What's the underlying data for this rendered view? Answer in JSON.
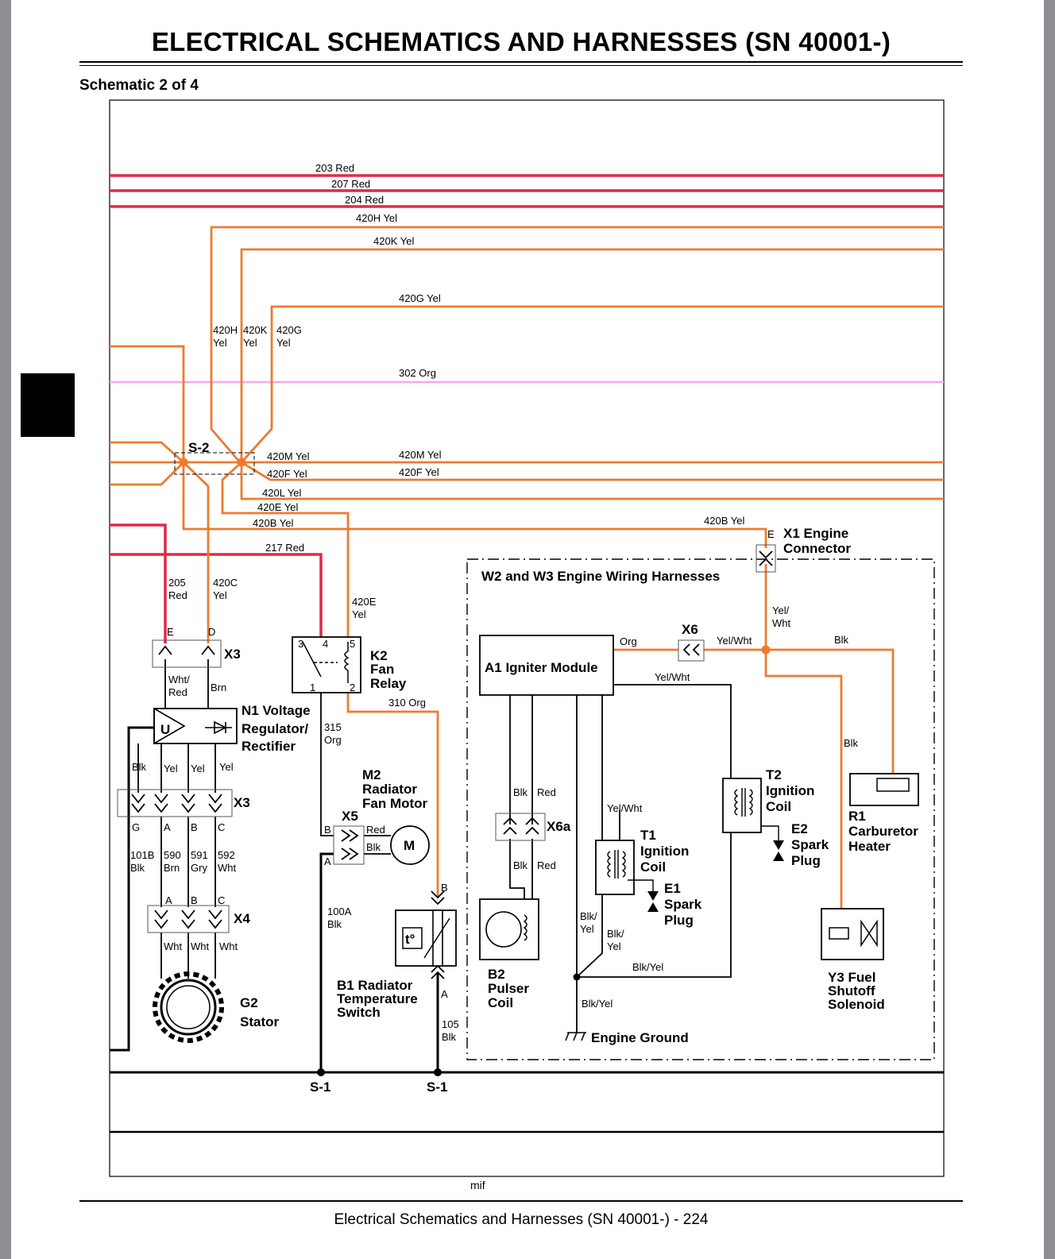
{
  "header": {
    "title": "ELECTRICAL   SCHEMATICS AND HARNESSES (SN 40001-)"
  },
  "subtitle": "Schematic 2 of 4",
  "footer": "Electrical   Schematics and Harnesses (SN 40001-)  - 224",
  "diagram": {
    "colors": {
      "red": "#e0284a",
      "orange": "#ee7a2e",
      "pink": "#f4a8f0",
      "black": "#000000"
    },
    "wires": {
      "w203": "203 Red",
      "w207": "207 Red",
      "w204": "204 Red",
      "w420H": "420H Yel",
      "w420K": "420K Yel",
      "w420G": "420G Yel",
      "v420H": [
        "420H",
        "Yel"
      ],
      "v420K": [
        "420K",
        "Yel"
      ],
      "v420G": [
        "420G",
        "Yel"
      ],
      "w302": "302 Org",
      "w420M": "420M Yel",
      "w420F": "420F Yel",
      "w420L": "420L Yel",
      "w420E": "420E Yel",
      "w420B": "420B Yel",
      "w217": "217 Red",
      "w205": [
        "205",
        "Red"
      ],
      "w420C": [
        "420C",
        "Yel"
      ],
      "w420Ev": [
        "420E",
        "Yel"
      ],
      "whtred": [
        "Wht/",
        "Red"
      ],
      "brn": "Brn",
      "w315": [
        "315",
        "Org"
      ],
      "w310": "310 Org",
      "blk": "Blk",
      "yel": "Yel",
      "w101B": [
        "101B",
        "Blk"
      ],
      "w590": [
        "590",
        "Brn"
      ],
      "w591": [
        "591",
        "Gry"
      ],
      "w592": [
        "592",
        "Wht"
      ],
      "wht": "Wht",
      "w100A": [
        "100A",
        "Blk"
      ],
      "w105": [
        "105",
        "Blk"
      ],
      "red": "Red",
      "org": "Org",
      "yelwht": "Yel/Wht",
      "yelwht2": [
        "Yel/",
        "Wht"
      ],
      "blkyel": [
        "Blk/",
        "Yel"
      ],
      "blkyel1": "Blk/Yel"
    },
    "pins": {
      "E": "E",
      "D": "D",
      "G": "G",
      "A": "A",
      "B": "B",
      "C": "C",
      "p1": "1",
      "p2": "2",
      "p3": "3",
      "p4": "4",
      "p5": "5"
    },
    "components": {
      "s2": "S-2",
      "s1": "S-1",
      "x1": [
        "X1 Engine",
        "Connector"
      ],
      "x3": "X3",
      "x4": "X4",
      "x5": "X5",
      "x6": "X6",
      "x6a": "X6a",
      "k2": [
        "K2",
        "Fan",
        "Relay"
      ],
      "n1": [
        "N1 Voltage",
        "Regulator/",
        "Rectifier"
      ],
      "m2": [
        "M2",
        "Radiator",
        "Fan Motor"
      ],
      "motor": "M",
      "g2": [
        "G2",
        "Stator"
      ],
      "b1": [
        "B1 Radiator",
        "Temperature",
        "Switch"
      ],
      "b2": [
        "B2",
        "Pulser",
        "Coil"
      ],
      "a1": "A1 Igniter Module",
      "harness": "W2 and W3 Engine Wiring Harnesses",
      "t1": [
        "T1",
        "Ignition",
        "Coil"
      ],
      "e1": [
        "E1",
        "Spark",
        "Plug"
      ],
      "t2": [
        "T2",
        "Ignition",
        "Coil"
      ],
      "e2": [
        "E2",
        "Spark",
        "Plug"
      ],
      "r1": [
        "R1",
        "Carburetor",
        "Heater"
      ],
      "y3": [
        "Y3 Fuel",
        "Shutoff",
        "Solenoid"
      ],
      "engine_ground": "Engine Ground",
      "u": "U",
      "t0": "t°",
      "mif": "mif"
    }
  }
}
